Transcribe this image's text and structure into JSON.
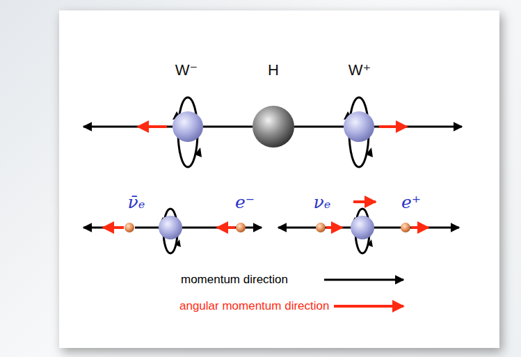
{
  "diagram": {
    "nodes": [
      {
        "text": [
          "W⁻"
        ]
      },
      {
        "text": [
          "H"
        ]
      },
      {
        "text": [
          "W⁺"
        ]
      },
      {
        "text": [
          "ν̄ₑ"
        ]
      },
      {
        "text": [
          "e⁻"
        ]
      },
      {
        "text": [
          "νₑ"
        ]
      },
      {
        "text": [
          "e⁺"
        ]
      }
    ],
    "edges": [
      {
        "from": 1,
        "to": 0,
        "arrow": "none"
      },
      {
        "from": 1,
        "to": 2,
        "arrow": "none"
      }
    ],
    "legend": [
      {
        "text": "momentum direction"
      },
      {
        "text": "angular momentum direction"
      }
    ]
  }
}
